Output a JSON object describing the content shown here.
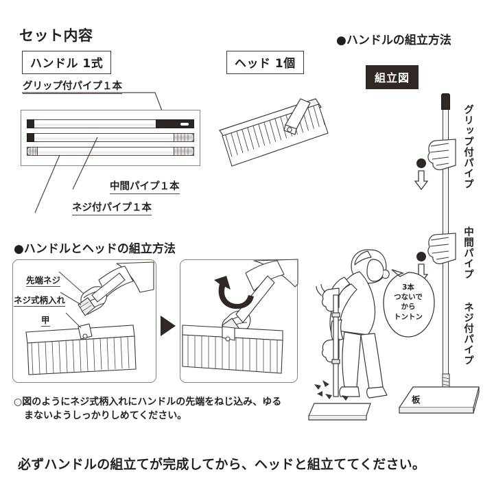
{
  "page": {
    "title": "セット内容",
    "background": "#ffffff",
    "ink": "#231f1e"
  },
  "set_contents": {
    "heading": "セット内容",
    "handle_group": {
      "boxed_label": "ハンドル 1式",
      "parts": [
        {
          "name": "グリップ付パイプ１本",
          "position": "top"
        },
        {
          "name": "中間パイプ１本",
          "position": "middle"
        },
        {
          "name": "ネジ付パイプ１本",
          "position": "bottom"
        }
      ]
    },
    "head_group": {
      "boxed_label": "ヘッド 1個",
      "icon": "broom-head-icon"
    }
  },
  "handle_assembly": {
    "heading": "●ハンドルの組立方法",
    "diagram_label": "組立図",
    "vertical_labels": [
      "グリップ付パイプ",
      "中間パイプ",
      "ネジ付パイプ"
    ],
    "plate_label": "板",
    "arrows": [
      {
        "name": "down-arrow-upper",
        "glyph": "down"
      },
      {
        "name": "down-arrow-lower",
        "glyph": "down"
      }
    ],
    "person": {
      "icon": "person-tapping-handle-icon",
      "speech_bubble": [
        "3本",
        "つないで",
        "から",
        "トントン"
      ]
    }
  },
  "head_assembly": {
    "heading": "●ハンドルとヘッドの組立方法",
    "step1": {
      "labels": [
        "先端ネジ",
        "ネジ式柄入れ",
        "甲"
      ],
      "icon": "hand-holding-handle-over-broom-icon"
    },
    "step_arrow": "▶",
    "step2": {
      "icon": "hand-screwing-handle-into-broom-icon",
      "rotation_arrow": "rotate-ccw-arrow-icon"
    },
    "note": {
      "marker": "○",
      "line1": "図のようにネジ式柄入れにハンドルの先端をねじ込み、ゆる",
      "line2": "まないようしっかりしめてください。"
    }
  },
  "footer": {
    "warning": "必ずハンドルの組立てが完成してから、ヘッドと組立ててください。"
  }
}
